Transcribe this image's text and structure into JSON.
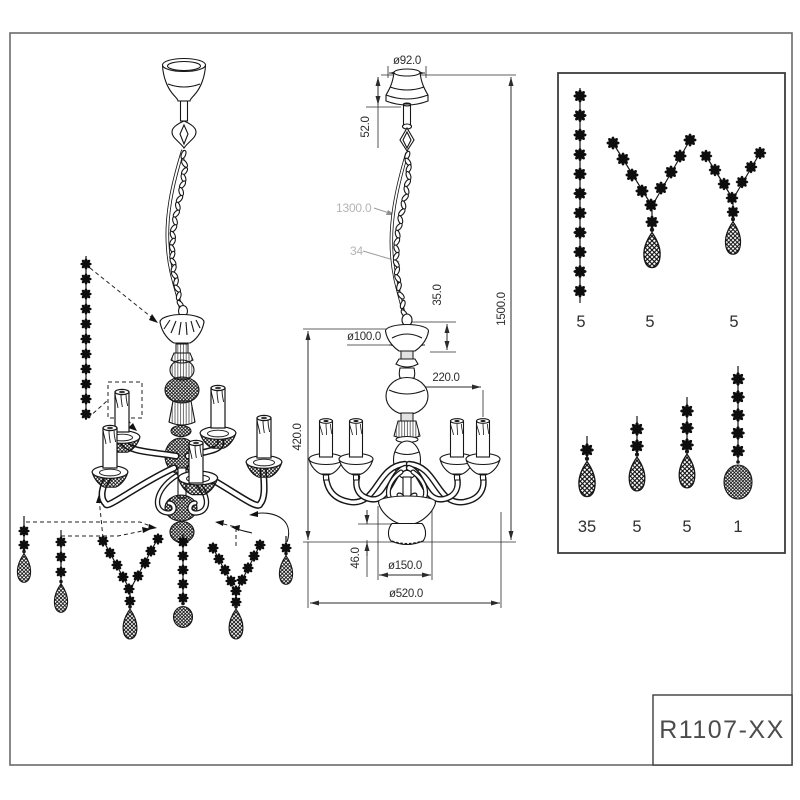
{
  "title_block": {
    "part_number": "R1107-XX"
  },
  "dimensions": {
    "canopy_diameter": "ø92.0",
    "canopy_height": "52.0",
    "chain_length": "1300.0",
    "cable_length": "34",
    "hook_gap": "35.0",
    "overall_height": "1500.0",
    "top_cup_diameter": "ø100.0",
    "arm_radius": "220.0",
    "body_height": "420.0",
    "bowl_drop": "46.0",
    "bowl_diameter": "ø150.0",
    "overall_diameter": "ø520.0"
  },
  "parts": {
    "strand_11_qty": "5",
    "garland_large_qty": "5",
    "garland_small_qty": "5",
    "drop_1_qty": "35",
    "drop_2_qty": "5",
    "drop_3_qty": "5",
    "pendant_ball_qty": "1"
  },
  "colors": {
    "line": "#161616",
    "dim_text": "#2d2d2d",
    "gray_label": "#b4b4b4",
    "border": "#6a6a6a"
  }
}
